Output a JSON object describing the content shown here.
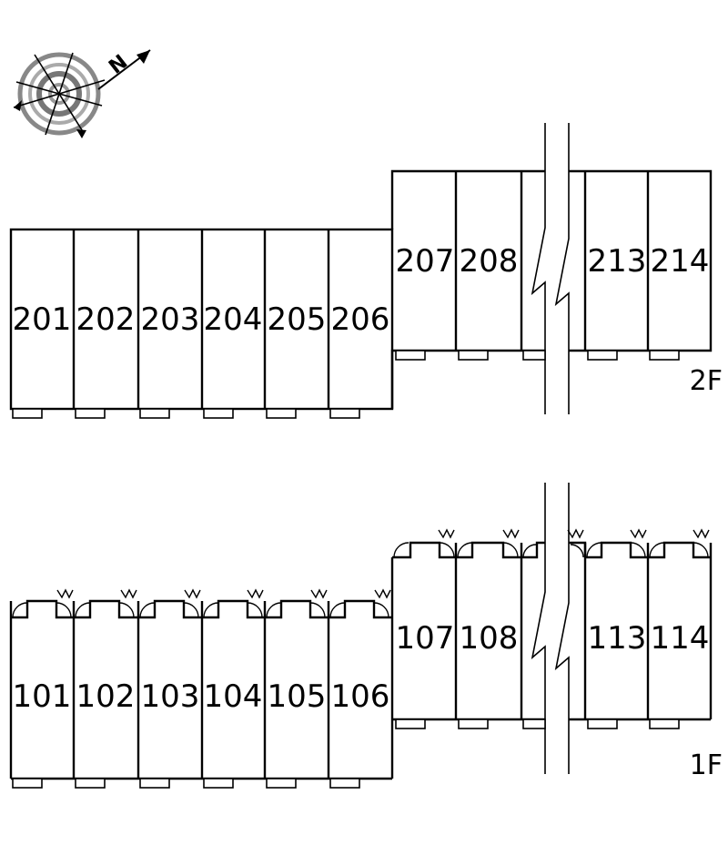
{
  "compass": {
    "north_label": "N"
  },
  "floors": [
    {
      "label": "2F",
      "left_units": [
        "201",
        "202",
        "203",
        "204",
        "205",
        "206"
      ],
      "right_units": [
        "207",
        "208",
        "",
        "213",
        "214"
      ]
    },
    {
      "label": "1F",
      "left_units": [
        "101",
        "102",
        "103",
        "104",
        "105",
        "106"
      ],
      "right_units": [
        "107",
        "108",
        "",
        "113",
        "114"
      ]
    }
  ]
}
